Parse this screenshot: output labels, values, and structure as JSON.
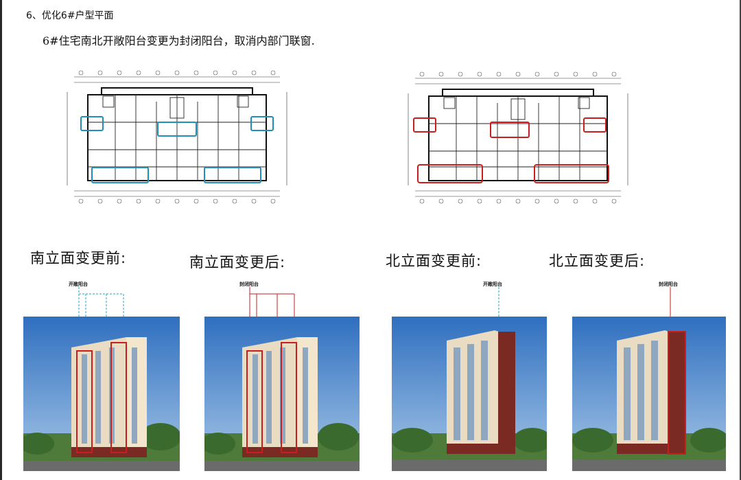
{
  "heading": "6、优化6#户型平面",
  "subtitle": "6#住宅南北开敞阳台变更为封闭阳台，取消内部门联窗.",
  "colors": {
    "highlight_before": "#1e8fb8",
    "highlight_after": "#c81e1e",
    "sky": "#3f7fc8",
    "facade": "#eadcc3",
    "accent_brick": "#8b2a22"
  },
  "elevations": [
    {
      "caption": "南立面变更前:",
      "tag": "开敞阳台"
    },
    {
      "caption": "南立面变更后:",
      "tag": "封闭阳台"
    },
    {
      "caption": "北立面变更前:",
      "tag": "开敞阳台"
    },
    {
      "caption": "北立面变更后:",
      "tag": "封闭阳台"
    }
  ]
}
